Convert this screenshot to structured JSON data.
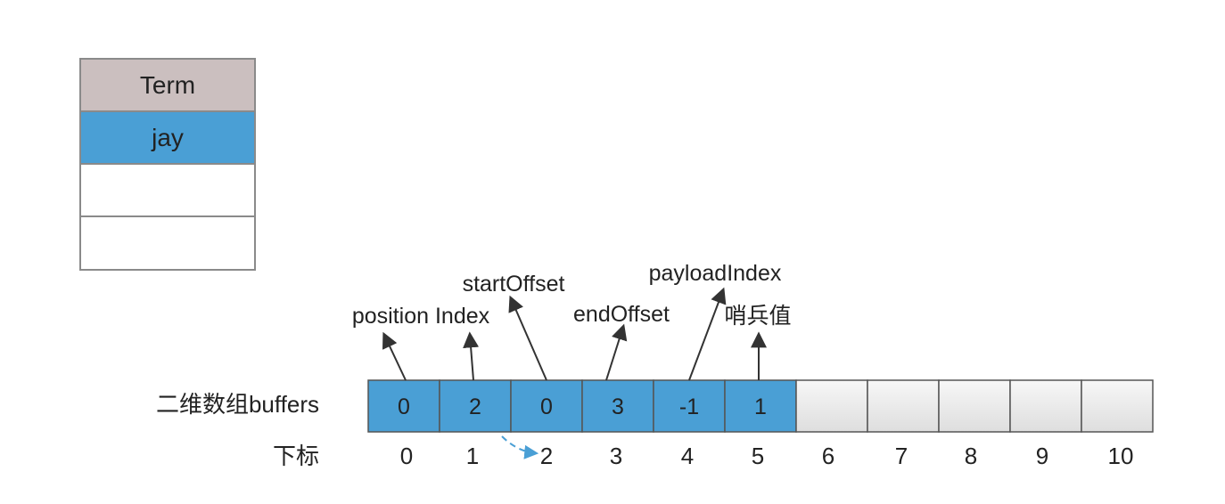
{
  "term_table": {
    "header": "Term",
    "rows": [
      "jay",
      "",
      ""
    ]
  },
  "array": {
    "row_label": "二维数组buffers",
    "index_label": "下标",
    "cells": [
      "0",
      "2",
      "0",
      "3",
      "-1",
      "1",
      "",
      "",
      "",
      "",
      ""
    ],
    "filled_count": 6,
    "indices": [
      "0",
      "1",
      "2",
      "3",
      "4",
      "5",
      "6",
      "7",
      "8",
      "9",
      "10"
    ]
  },
  "annotations": [
    {
      "text": "position Index",
      "target_cell": 0
    },
    {
      "text": "",
      "target_cell": 1
    },
    {
      "text": "startOffset",
      "target_cell": 2
    },
    {
      "text": "endOffset",
      "target_cell": 3
    },
    {
      "text": "payloadIndex",
      "target_cell": 4
    },
    {
      "text": "哨兵值",
      "target_cell": 5
    }
  ],
  "colors": {
    "filled": "#4a9fd5",
    "empty_top": "#f7f7f7",
    "empty_bottom": "#dedede",
    "border": "#555555",
    "arrow": "#333333",
    "dashed_arrow": "#4a9fd5",
    "term_header": "#cbbfbf"
  }
}
